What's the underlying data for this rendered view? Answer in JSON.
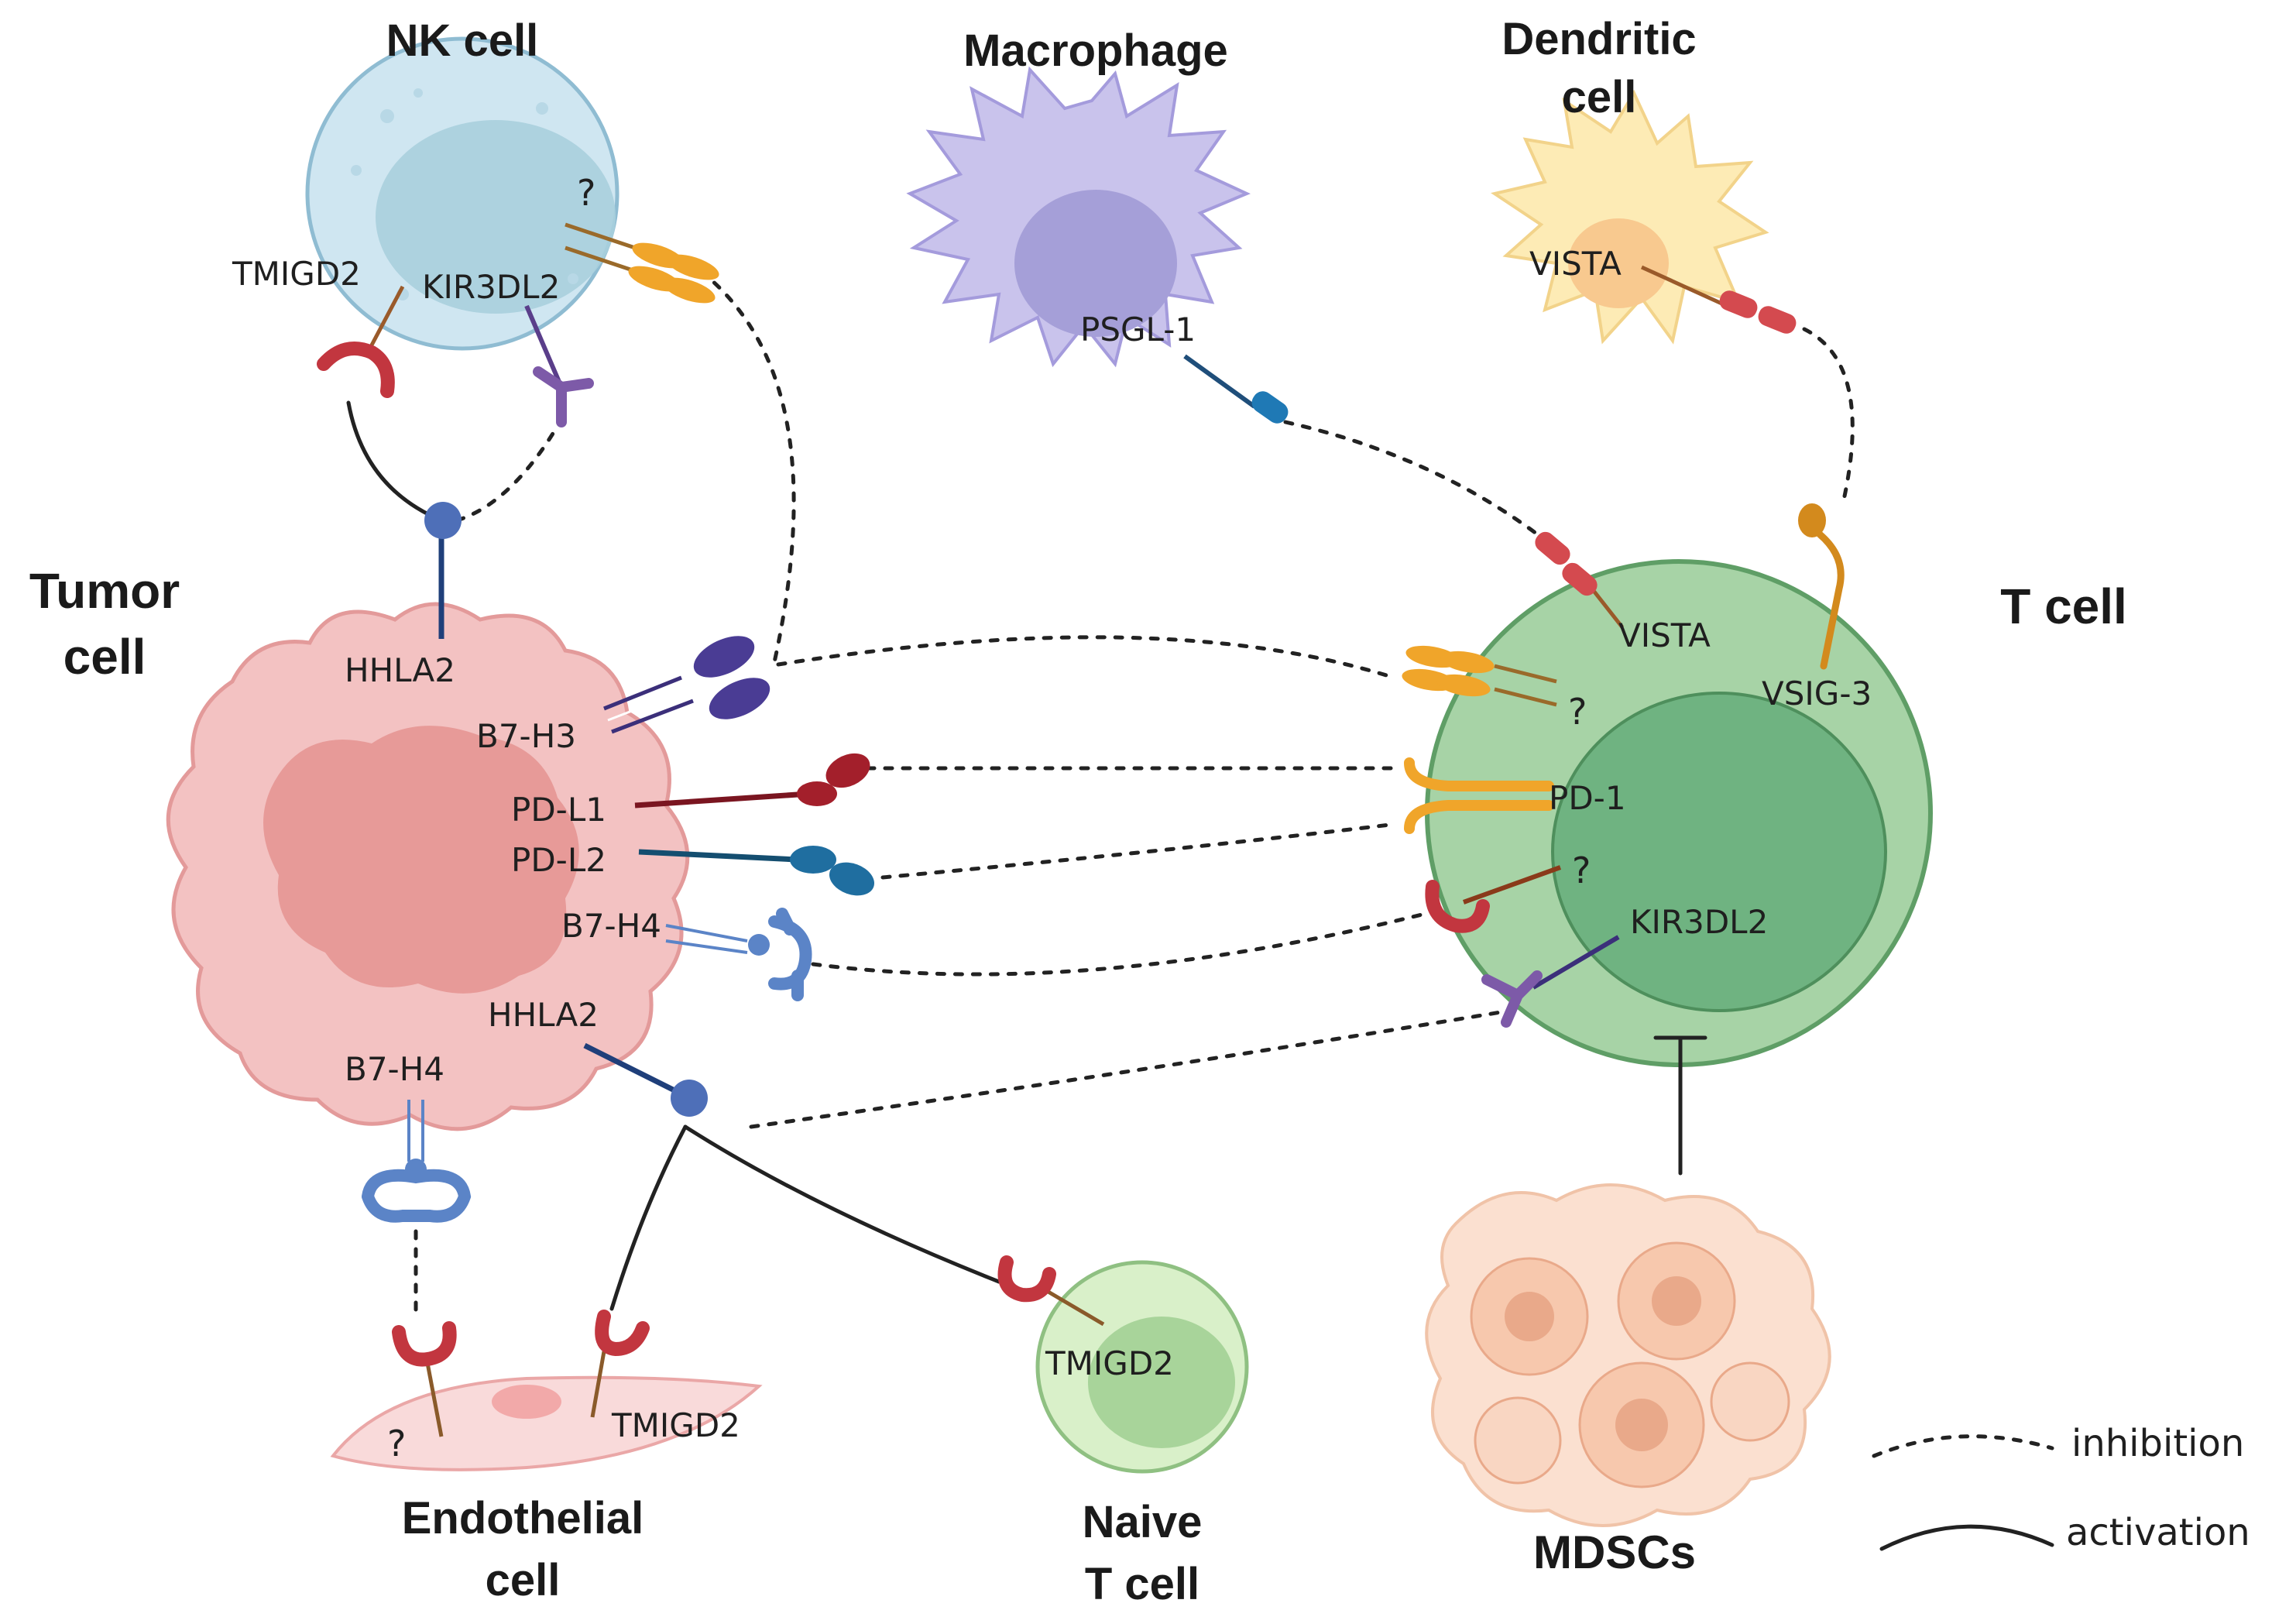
{
  "cells": {
    "nk": "NK cell",
    "macrophage": "Macrophage",
    "dendritic_line1": "Dendritic",
    "dendritic_line2": "cell",
    "tumor_line1": "Tumor",
    "tumor_line2": "cell",
    "tcell": "T cell",
    "endothelial_line1": "Endothelial",
    "endothelial_line2": "cell",
    "naive_line1": "Naive",
    "naive_line2": "T cell",
    "mdsc": "MDSCs"
  },
  "labels": {
    "nk_tmigd2": "TMIGD2",
    "nk_kir3dl2": "KIR3DL2",
    "nk_unknown": "?",
    "mac_psgl1": "PSGL-1",
    "dc_vista": "VISTA",
    "tumor_hhla2_top": "HHLA2",
    "tumor_b7h3": "B7-H3",
    "tumor_pdl1": "PD-L1",
    "tumor_pdl2": "PD-L2",
    "tumor_b7h4_right": "B7-H4",
    "tumor_hhla2_bottom": "HHLA2",
    "tumor_b7h4_bottom": "B7-H4",
    "t_vista": "VISTA",
    "t_unknown1": "?",
    "t_vsig3": "VSIG-3",
    "t_pd1": "PD-1",
    "t_unknown2": "?",
    "t_kir3dl2": "KIR3DL2",
    "endo_unknown": "?",
    "endo_tmigd2": "TMIGD2",
    "naive_tmigd2": "TMIGD2"
  },
  "legend": {
    "inhibition": "inhibition",
    "activation": "activation"
  },
  "colors": {
    "nk_body": "#cfe6f1",
    "nk_nucleus": "#a9cfdd",
    "macrophage_body": "#c9c3ec",
    "macrophage_nucleus": "#a59fd8",
    "dendritic_body": "#fdebb5",
    "dendritic_nucleus": "#f8c98f",
    "tumor_body": "#f3c2c2",
    "tumor_nucleus": "#e79a98",
    "tcell_body": "#a7d3a6",
    "tcell_nucleus": "#6fb381",
    "naive_body": "#d9f0c9",
    "naive_nucleus": "#a8d49a",
    "endothelial_body": "#f9dada",
    "mdsc_body": "#f7c8ad",
    "pdl1": "#a31f2b",
    "pdl2": "#1f6ea0",
    "b7h3": "#4a3c94",
    "b7h4": "#5b84c7",
    "hhla2": "#4e6fb8",
    "tmigd2_receptor": "#c2363f",
    "kir3dl2_receptor": "#7d5aa8",
    "pd1_receptor": "#f0a52a",
    "vista": "#d44a4f",
    "psgl1": "#1f79b5",
    "vsig3": "#d38a1d"
  }
}
